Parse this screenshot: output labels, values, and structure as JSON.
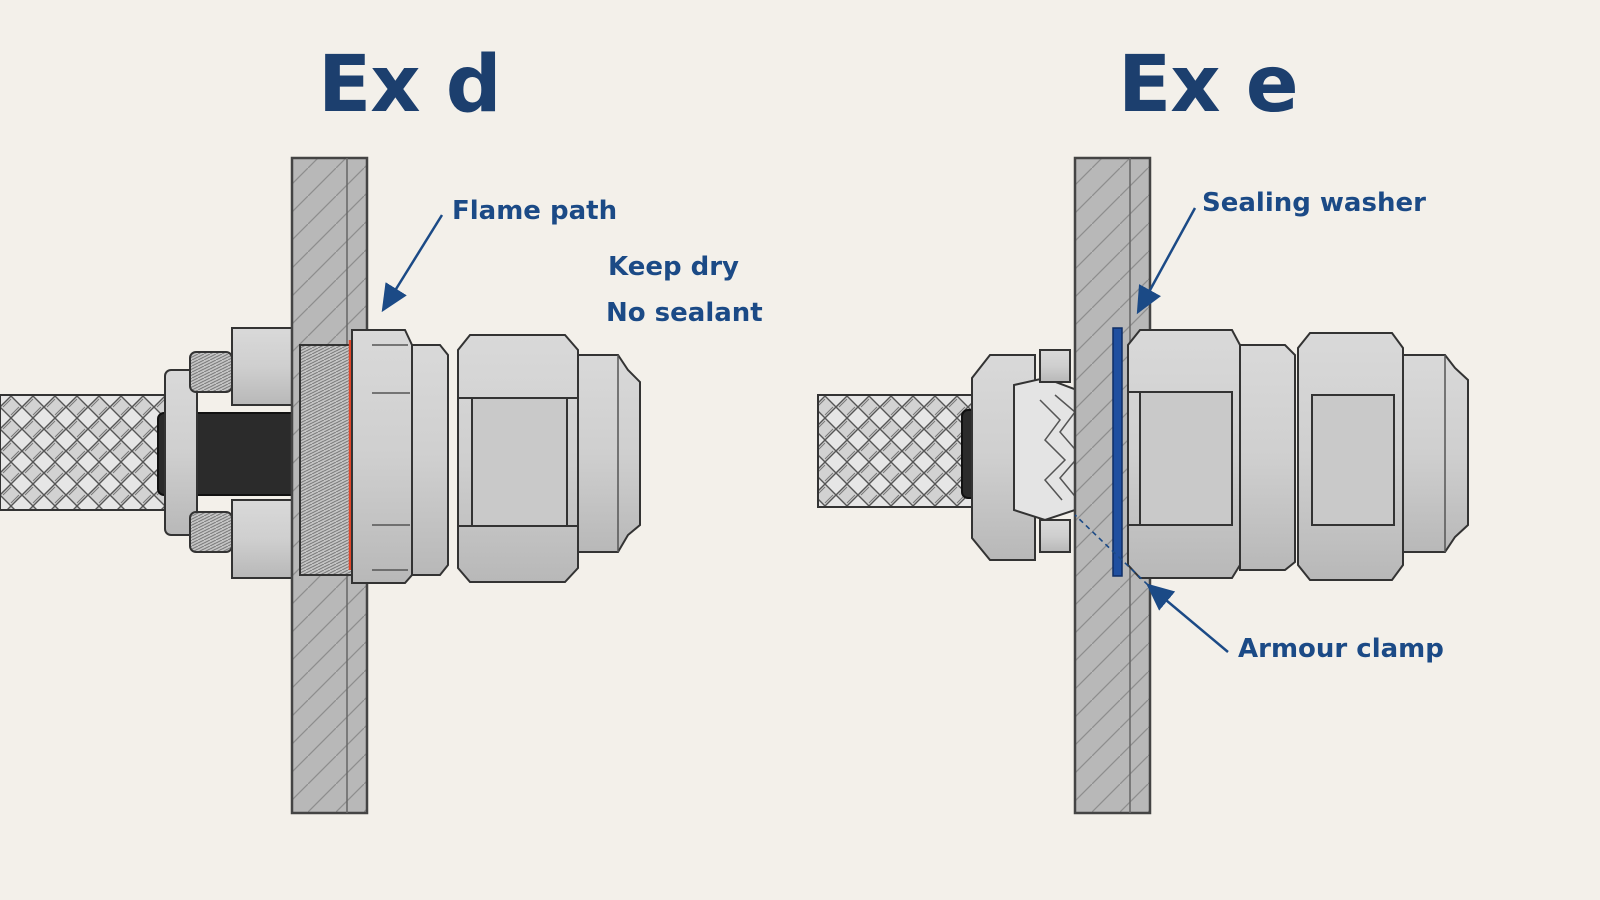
{
  "diagrams": {
    "left": {
      "title": "Ex d",
      "labels": {
        "flame_path": "Flame path",
        "keep_dry": "Keep dry",
        "no_sealant": "No sealant"
      }
    },
    "right": {
      "title": "Ex e",
      "labels": {
        "sealing_washer": "Sealing washer",
        "armour_clamp": "Armour clamp"
      }
    }
  },
  "colors": {
    "background": "#f3f0ea",
    "title": "#1c3f6e",
    "label": "#1b4a86",
    "flame_path_highlight": "#e0462a",
    "sealing_washer": "#1f4fa0",
    "metal": "#cfcfcf",
    "wall": "#b5b5b5",
    "cable_inner": "#2b2b2b"
  }
}
